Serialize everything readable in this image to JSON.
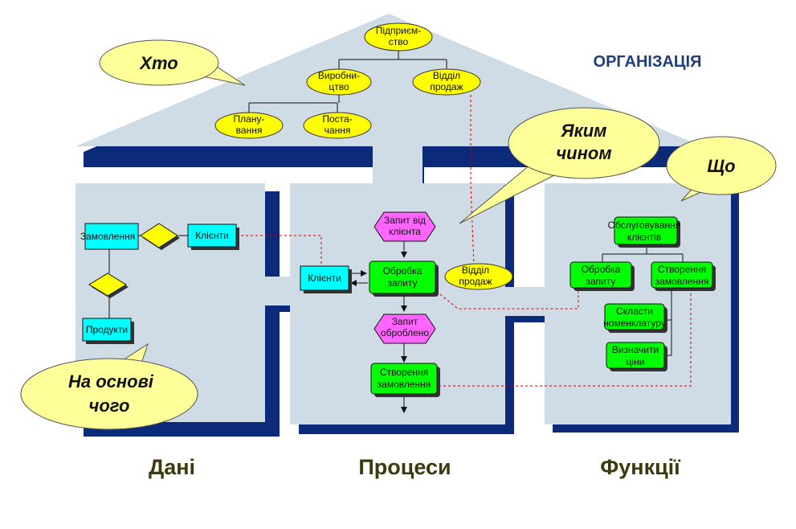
{
  "title": "ОРГАНІЗАЦІЯ",
  "callouts": {
    "who": "Хто",
    "how_line1": "Яким",
    "how_line2": "чином",
    "what": "Що",
    "basis_line1": "На основі",
    "basis_line2": "чого"
  },
  "org_chart": {
    "enterprise_l1": "Підприєм-",
    "enterprise_l2": "ство",
    "production_l1": "Виробни-",
    "production_l2": "цтво",
    "sales_l1": "Відділ",
    "sales_l2": "продаж",
    "planning_l1": "Плану-",
    "planning_l2": "вання",
    "supply_l1": "Поста-",
    "supply_l2": "чання"
  },
  "data_section": {
    "order": "Замовлення",
    "clients": "Клієнти",
    "products": "Продукти"
  },
  "process_section": {
    "request_l1": "Запит від",
    "request_l2": "клієнта",
    "processing_l1": "Обробка",
    "processing_l2": "запиту",
    "clients": "Клієнти",
    "sales_l1": "Відділ",
    "sales_l2": "продаж",
    "processed_l1": "Запит",
    "processed_l2": "оброблено",
    "create_l1": "Створення",
    "create_l2": "замовлення"
  },
  "function_section": {
    "service_l1": "Обслуговування",
    "service_l2": "клієнтів",
    "processing_l1": "Обробка",
    "processing_l2": "запиту",
    "create_l1": "Створення",
    "create_l2": "замовлення",
    "nomenclature_l1": "Скласти",
    "nomenclature_l2": "номенклатуру",
    "prices_l1": "Визначити",
    "prices_l2": "ціни"
  },
  "captions": {
    "data": "Дані",
    "processes": "Процеси",
    "functions": "Функції"
  },
  "colors": {
    "house_fill": "#cfdbe5",
    "house_shadow": "#0c2a7a",
    "ellipse": "#ffff00",
    "callout": "#ffff99",
    "entity": "#00ffff",
    "process": "#00ff00",
    "event": "#ff66ff",
    "connector_red": "#cc0000",
    "title": "#1f3f7a",
    "caption": "#3d3a10"
  }
}
